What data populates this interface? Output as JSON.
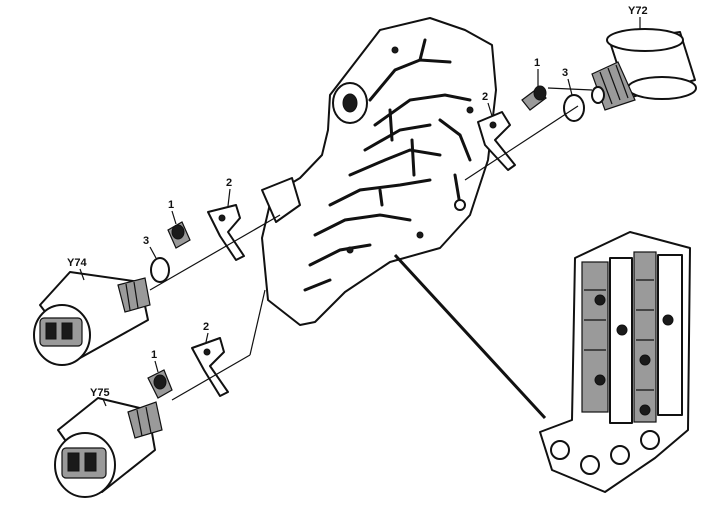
{
  "labels": {
    "y72": "Y72",
    "y74": "Y74",
    "y75": "Y75",
    "top_screw": "1",
    "top_bracket": "2",
    "top_ring": "3",
    "mid_screw": "1",
    "mid_bracket": "2",
    "mid_ring": "3",
    "low_screw": "1",
    "low_bracket": "2"
  },
  "colors": {
    "ink": "#111111",
    "paper": "#ffffff"
  }
}
